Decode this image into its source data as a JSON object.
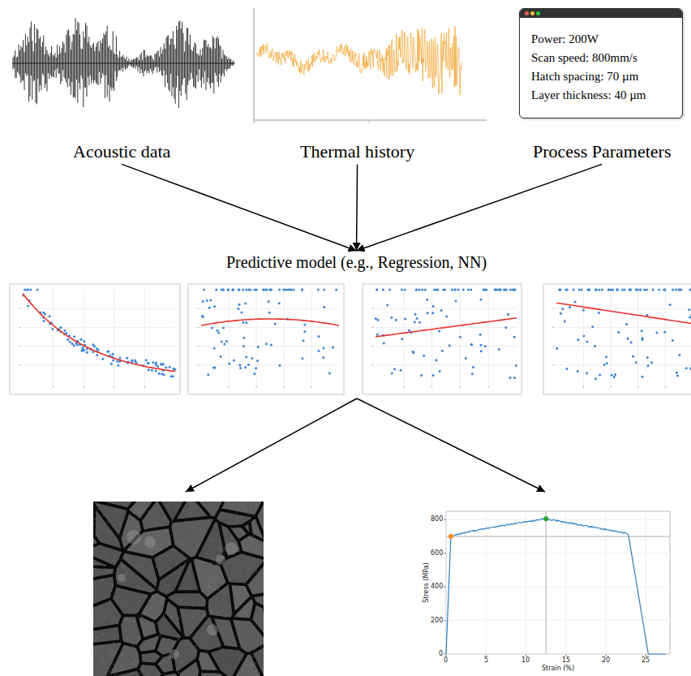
{
  "diagram": {
    "nodes": [
      {
        "text": [
          "Power: 200W",
          "Scan speed: 800mm/s",
          "Hatch spacing: 70 µm",
          "Layer thickness: 40 µm"
        ]
      },
      {
        "text": [
          "Acoustic data"
        ]
      },
      {
        "text": [
          "Thermal history"
        ]
      },
      {
        "text": [
          "Process Parameters"
        ]
      },
      {
        "text": [
          "Predictive model (e.g., Regression, NN)"
        ]
      }
    ],
    "edges": [
      {
        "from": 1,
        "to": 4,
        "arrow": "to"
      },
      {
        "from": 2,
        "to": 4,
        "arrow": "to"
      },
      {
        "from": 3,
        "to": 4,
        "arrow": "to"
      }
    ],
    "labels": [
      "Stress (MPa)",
      "Strain (%)",
      "0",
      "200",
      "400",
      "600",
      "800",
      "0",
      "5",
      "10",
      "15",
      "20",
      "25"
    ]
  }
}
